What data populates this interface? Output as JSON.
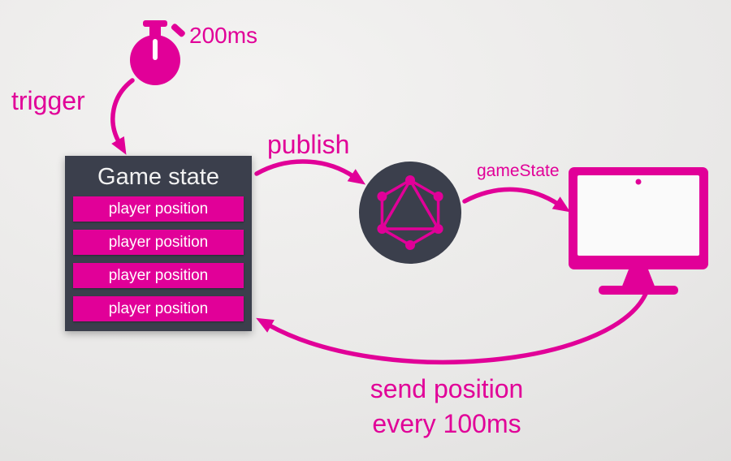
{
  "colors": {
    "accent": "#e10098",
    "dark": "#3b3f4c",
    "background": "#e9e8e7"
  },
  "timer": {
    "icon": "stopwatch-icon",
    "label": "200ms"
  },
  "flow": {
    "trigger_label": "trigger",
    "publish_label": "publish",
    "gamestate_event_label": "gameState",
    "feedback_line1": "send position",
    "feedback_line2": "every 100ms"
  },
  "gamestate_box": {
    "title": "Game state",
    "rows": [
      "player position",
      "player position",
      "player position",
      "player position"
    ]
  },
  "broker": {
    "icon": "graphql-logo"
  },
  "client": {
    "icon": "monitor-icon"
  }
}
